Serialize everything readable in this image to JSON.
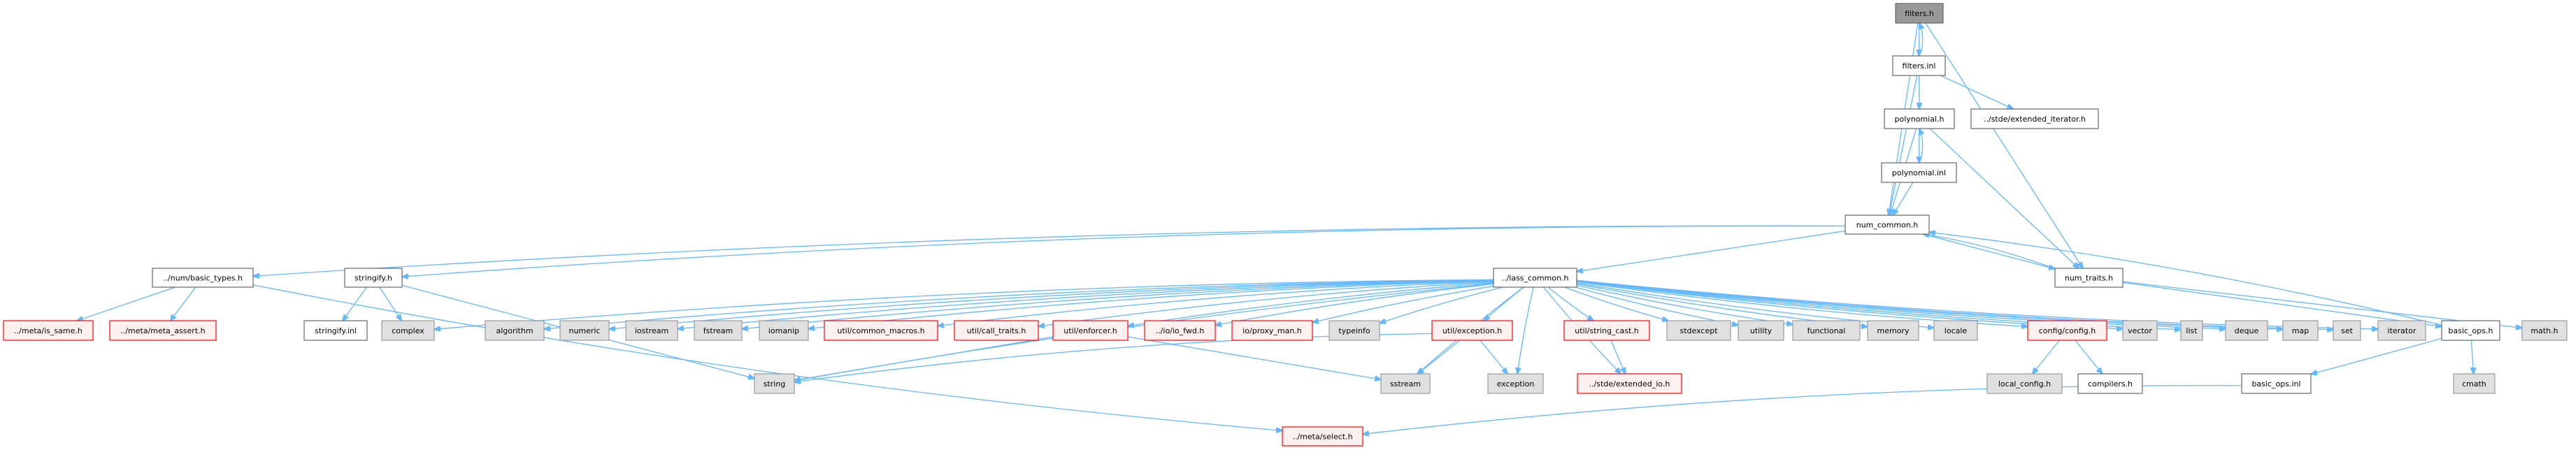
{
  "title": "filters.h include dependency graph",
  "colors": {
    "edge": "#63b8ff",
    "current_fill": "#999999",
    "external_fill": "#e0e0e0",
    "missing_border": "#ff0000",
    "missing_fill": "#fff0f0"
  },
  "nodes": [
    {
      "id": "filters_h",
      "label": "filters.h",
      "kind": "current"
    },
    {
      "id": "filters_inl",
      "label": "filters.inl",
      "kind": "documented"
    },
    {
      "id": "polynomial_h",
      "label": "polynomial.h",
      "kind": "documented"
    },
    {
      "id": "ext_iter",
      "label": "../stde/extended_iterator.h",
      "kind": "documented"
    },
    {
      "id": "polynomial_inl",
      "label": "polynomial.inl",
      "kind": "documented"
    },
    {
      "id": "num_common",
      "label": "num_common.h",
      "kind": "documented"
    },
    {
      "id": "basic_types",
      "label": "../num/basic_types.h",
      "kind": "documented"
    },
    {
      "id": "stringify_h",
      "label": "stringify.h",
      "kind": "documented"
    },
    {
      "id": "lass_common",
      "label": "../lass_common.h",
      "kind": "documented"
    },
    {
      "id": "num_traits",
      "label": "num_traits.h",
      "kind": "documented"
    },
    {
      "id": "is_same",
      "label": "../meta/is_same.h",
      "kind": "missing"
    },
    {
      "id": "meta_assert",
      "label": "../meta/meta_assert.h",
      "kind": "missing"
    },
    {
      "id": "stringify_inl",
      "label": "stringify.inl",
      "kind": "documented"
    },
    {
      "id": "complex",
      "label": "complex",
      "kind": "external"
    },
    {
      "id": "algorithm",
      "label": "algorithm",
      "kind": "external"
    },
    {
      "id": "numeric",
      "label": "numeric",
      "kind": "external"
    },
    {
      "id": "iostream",
      "label": "iostream",
      "kind": "external"
    },
    {
      "id": "fstream",
      "label": "fstream",
      "kind": "external"
    },
    {
      "id": "iomanip",
      "label": "iomanip",
      "kind": "external"
    },
    {
      "id": "common_macros",
      "label": "util/common_macros.h",
      "kind": "missing"
    },
    {
      "id": "call_traits",
      "label": "util/call_traits.h",
      "kind": "missing"
    },
    {
      "id": "enforcer",
      "label": "util/enforcer.h",
      "kind": "missing"
    },
    {
      "id": "io_fwd",
      "label": "../io/io_fwd.h",
      "kind": "missing"
    },
    {
      "id": "proxy_man",
      "label": "io/proxy_man.h",
      "kind": "missing"
    },
    {
      "id": "typeinfo",
      "label": "typeinfo",
      "kind": "external"
    },
    {
      "id": "exception_h",
      "label": "util/exception.h",
      "kind": "missing"
    },
    {
      "id": "string_cast",
      "label": "util/string_cast.h",
      "kind": "missing"
    },
    {
      "id": "stdexcept",
      "label": "stdexcept",
      "kind": "external"
    },
    {
      "id": "utility",
      "label": "utility",
      "kind": "external"
    },
    {
      "id": "functional",
      "label": "functional",
      "kind": "external"
    },
    {
      "id": "memory",
      "label": "memory",
      "kind": "external"
    },
    {
      "id": "locale",
      "label": "locale",
      "kind": "external"
    },
    {
      "id": "config",
      "label": "config/config.h",
      "kind": "missing"
    },
    {
      "id": "vector",
      "label": "vector",
      "kind": "external"
    },
    {
      "id": "list",
      "label": "list",
      "kind": "external"
    },
    {
      "id": "deque",
      "label": "deque",
      "kind": "external"
    },
    {
      "id": "map",
      "label": "map",
      "kind": "external"
    },
    {
      "id": "set",
      "label": "set",
      "kind": "external"
    },
    {
      "id": "iterator",
      "label": "iterator",
      "kind": "external"
    },
    {
      "id": "basic_ops",
      "label": "basic_ops.h",
      "kind": "documented"
    },
    {
      "id": "math_h",
      "label": "math.h",
      "kind": "external"
    },
    {
      "id": "string",
      "label": "string",
      "kind": "external"
    },
    {
      "id": "sstream",
      "label": "sstream",
      "kind": "external"
    },
    {
      "id": "exception",
      "label": "exception",
      "kind": "external"
    },
    {
      "id": "extended_io",
      "label": "../stde/extended_io.h",
      "kind": "missing"
    },
    {
      "id": "local_config",
      "label": "local_config.h",
      "kind": "external"
    },
    {
      "id": "compilers",
      "label": "compilers.h",
      "kind": "documented"
    },
    {
      "id": "basic_ops_inl",
      "label": "basic_ops.inl",
      "kind": "documented"
    },
    {
      "id": "cmath",
      "label": "cmath",
      "kind": "external"
    },
    {
      "id": "select",
      "label": "../meta/select.h",
      "kind": "missing"
    }
  ],
  "edges": [
    [
      "filters_h",
      "filters_inl"
    ],
    [
      "filters_h",
      "num_common"
    ],
    [
      "filters_h",
      "num_traits"
    ],
    [
      "filters_inl",
      "filters_h"
    ],
    [
      "filters_inl",
      "polynomial_h"
    ],
    [
      "filters_inl",
      "ext_iter"
    ],
    [
      "filters_inl",
      "num_common"
    ],
    [
      "polynomial_h",
      "polynomial_inl"
    ],
    [
      "polynomial_h",
      "num_common"
    ],
    [
      "polynomial_h",
      "num_traits"
    ],
    [
      "polynomial_inl",
      "polynomial_h"
    ],
    [
      "polynomial_inl",
      "num_common"
    ],
    [
      "num_common",
      "basic_types"
    ],
    [
      "num_common",
      "stringify_h"
    ],
    [
      "num_common",
      "lass_common"
    ],
    [
      "num_common",
      "num_traits"
    ],
    [
      "num_traits",
      "num_common"
    ],
    [
      "num_traits",
      "basic_ops"
    ],
    [
      "num_traits",
      "math_h"
    ],
    [
      "basic_ops",
      "num_common"
    ],
    [
      "basic_ops",
      "basic_ops_inl"
    ],
    [
      "basic_ops",
      "cmath"
    ],
    [
      "basic_ops_inl",
      "select"
    ],
    [
      "basic_types",
      "is_same"
    ],
    [
      "basic_types",
      "meta_assert"
    ],
    [
      "basic_types",
      "select"
    ],
    [
      "stringify_h",
      "stringify_inl"
    ],
    [
      "stringify_h",
      "complex"
    ],
    [
      "stringify_h",
      "string"
    ],
    [
      "lass_common",
      "complex"
    ],
    [
      "lass_common",
      "algorithm"
    ],
    [
      "lass_common",
      "numeric"
    ],
    [
      "lass_common",
      "iostream"
    ],
    [
      "lass_common",
      "fstream"
    ],
    [
      "lass_common",
      "iomanip"
    ],
    [
      "lass_common",
      "common_macros"
    ],
    [
      "lass_common",
      "call_traits"
    ],
    [
      "lass_common",
      "enforcer"
    ],
    [
      "lass_common",
      "io_fwd"
    ],
    [
      "lass_common",
      "proxy_man"
    ],
    [
      "lass_common",
      "typeinfo"
    ],
    [
      "lass_common",
      "exception_h"
    ],
    [
      "lass_common",
      "string_cast"
    ],
    [
      "lass_common",
      "stdexcept"
    ],
    [
      "lass_common",
      "utility"
    ],
    [
      "lass_common",
      "functional"
    ],
    [
      "lass_common",
      "memory"
    ],
    [
      "lass_common",
      "locale"
    ],
    [
      "lass_common",
      "config"
    ],
    [
      "lass_common",
      "vector"
    ],
    [
      "lass_common",
      "list"
    ],
    [
      "lass_common",
      "deque"
    ],
    [
      "lass_common",
      "map"
    ],
    [
      "lass_common",
      "set"
    ],
    [
      "lass_common",
      "iterator"
    ],
    [
      "lass_common",
      "string"
    ],
    [
      "lass_common",
      "sstream"
    ],
    [
      "lass_common",
      "exception"
    ],
    [
      "lass_common",
      "extended_io"
    ],
    [
      "enforcer",
      "string"
    ],
    [
      "enforcer",
      "sstream"
    ],
    [
      "exception_h",
      "string"
    ],
    [
      "exception_h",
      "sstream"
    ],
    [
      "exception_h",
      "exception"
    ],
    [
      "string_cast",
      "extended_io"
    ],
    [
      "config",
      "local_config"
    ],
    [
      "config",
      "compilers"
    ]
  ]
}
